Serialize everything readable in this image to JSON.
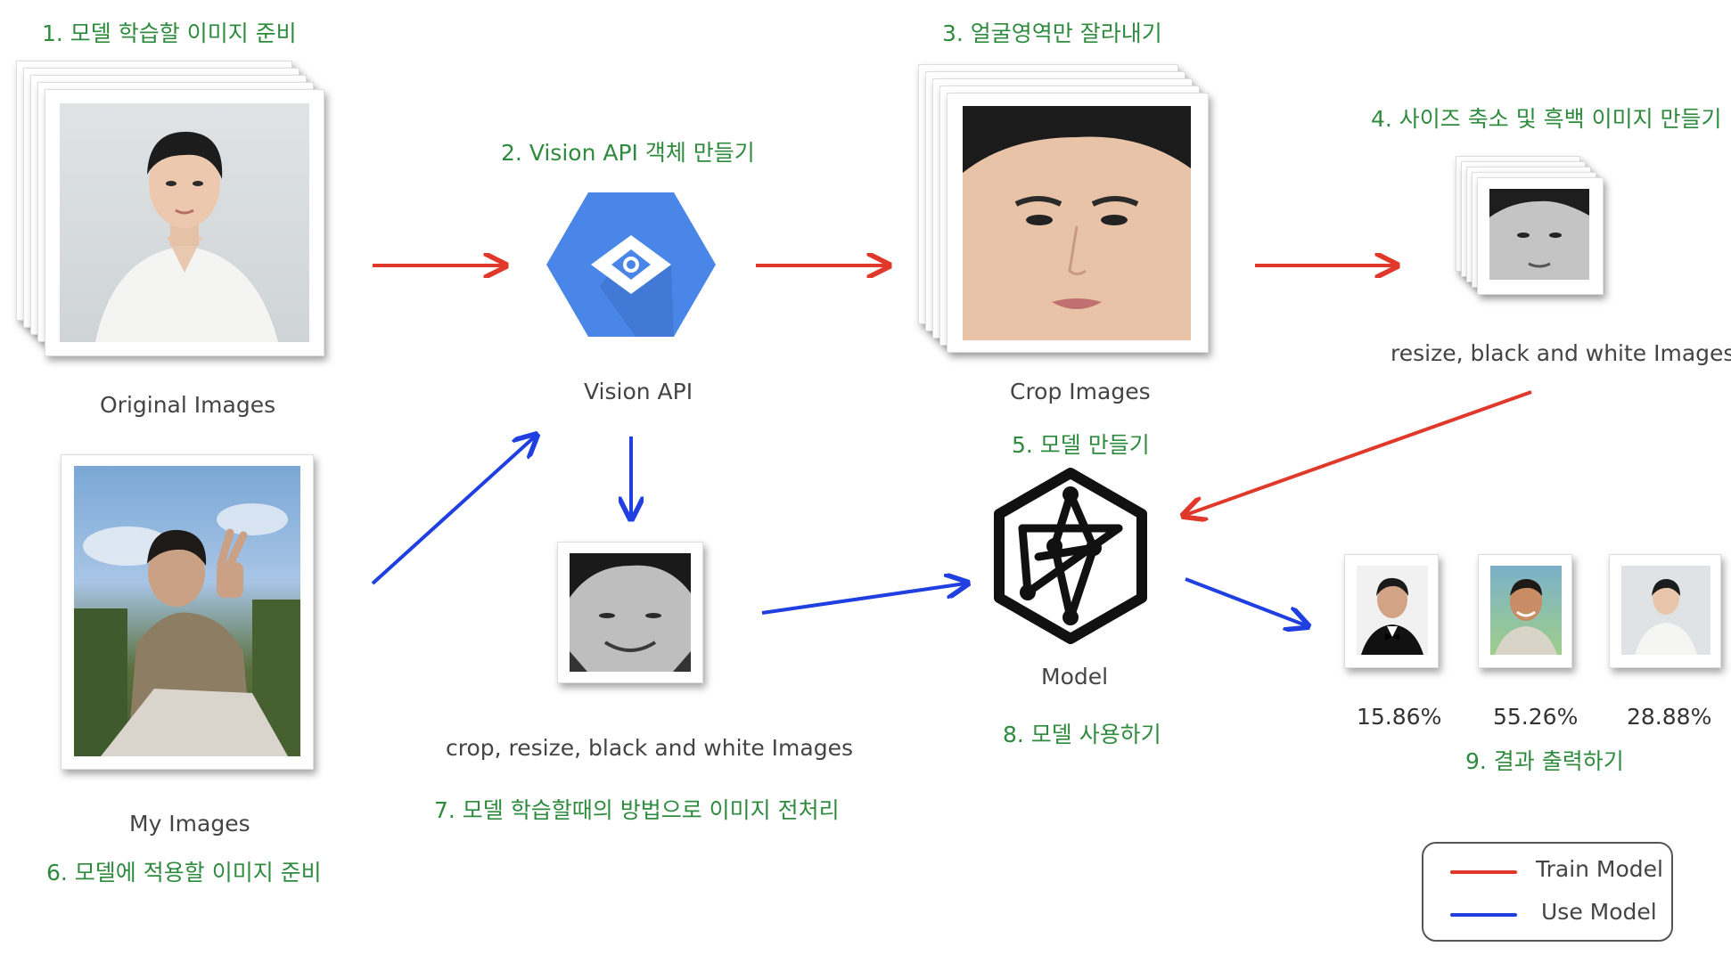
{
  "steps": {
    "s1": "1. 모델 학습할 이미지 준비",
    "s2": "2. Vision API 객체 만들기",
    "s3": "3. 얼굴영역만 잘라내기",
    "s4": "4. 사이즈 축소 및 흑백 이미지 만들기",
    "s5": "5. 모델 만들기",
    "s6": "6. 모델에 적용할 이미지 준비",
    "s7": "7. 모델 학습할때의 방법으로 이미지 전처리",
    "s8": "8. 모델 사용하기",
    "s9": "9. 결과 출력하기"
  },
  "captions": {
    "original": "Original Images",
    "vision_api": "Vision API",
    "crop": "Crop Images",
    "resize_bw": "resize, black and white Images",
    "my_images": "My Images",
    "crop_resize_bw": "crop, resize, black and white Images",
    "model": "Model"
  },
  "results": [
    "15.86%",
    "55.26%",
    "28.88%"
  ],
  "legend": {
    "train": "Train Model",
    "use": "Use Model"
  },
  "colors": {
    "step_text": "#2e8b3e",
    "train_arrow": "#e0392b",
    "use_arrow": "#1f3fe0",
    "vision_api_hex": "#4a86e8"
  },
  "icons": {
    "vision_api": "vision-api-hexagon-icon",
    "model": "tensor-model-hexagon-icon"
  }
}
